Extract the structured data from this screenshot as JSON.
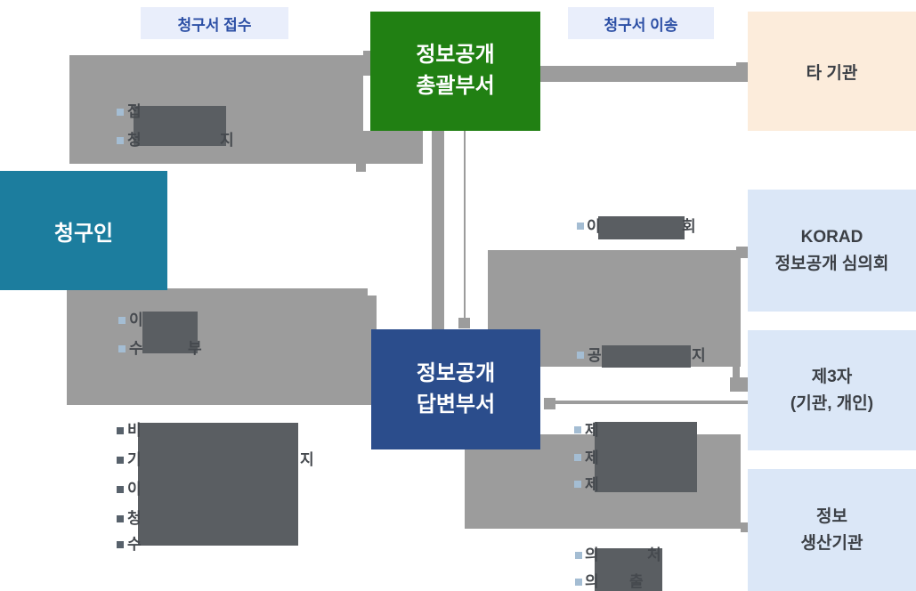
{
  "colors": {
    "background": "#ffffff",
    "connector_gray": "#9c9c9c",
    "redaction_dark_gray": "#5a5e62",
    "general_dept_green": "#218013",
    "reply_dept_navy": "#2b4d8c",
    "requester_teal": "#1c7d9e",
    "other_agency_peach": "#fcecdb",
    "right_box_lightblue": "#dbe7f7",
    "stage_label_bg": "#e9eefb",
    "stage_label_text": "#2c4fa5",
    "fragment_text": "#45494e",
    "bullet_light": "#a4bdd3",
    "bullet_dark": "#57616b"
  },
  "labels": {
    "receipt": "청구서 접수",
    "transfer": "청구서 이송"
  },
  "nodes": {
    "requester": "청구인",
    "general_dept": [
      "정보공개",
      "총괄부서"
    ],
    "reply_dept": [
      "정보공개",
      "답변부서"
    ],
    "other_agency": "타 기관",
    "korad_committee": [
      "KORAD",
      "정보공개 심의회"
    ],
    "third_party": [
      "제3자",
      "(기관, 개인)"
    ],
    "info_producer": [
      "정보",
      "생산기관"
    ]
  },
  "fragments": {
    "a1_lead": "접",
    "a2_lead": "청",
    "a2_trail": "지",
    "c1_lead": "이",
    "c2_lead": "수",
    "c2_trail": "부",
    "f1_lead": "비",
    "f2_lead": "기",
    "f2_trail": "지",
    "f3_lead": "이",
    "f4_lead": "청",
    "f5_lead": "수",
    "g1_lead": "이",
    "g1_trail": "회",
    "g2_lead": "공",
    "g2_trail": "지",
    "k1_lead": "제",
    "k2_lead": "제",
    "k3_lead": "제",
    "l1_lead": "의",
    "l1_trail": "처",
    "l2_lead": "의",
    "l2_trail": "출"
  }
}
